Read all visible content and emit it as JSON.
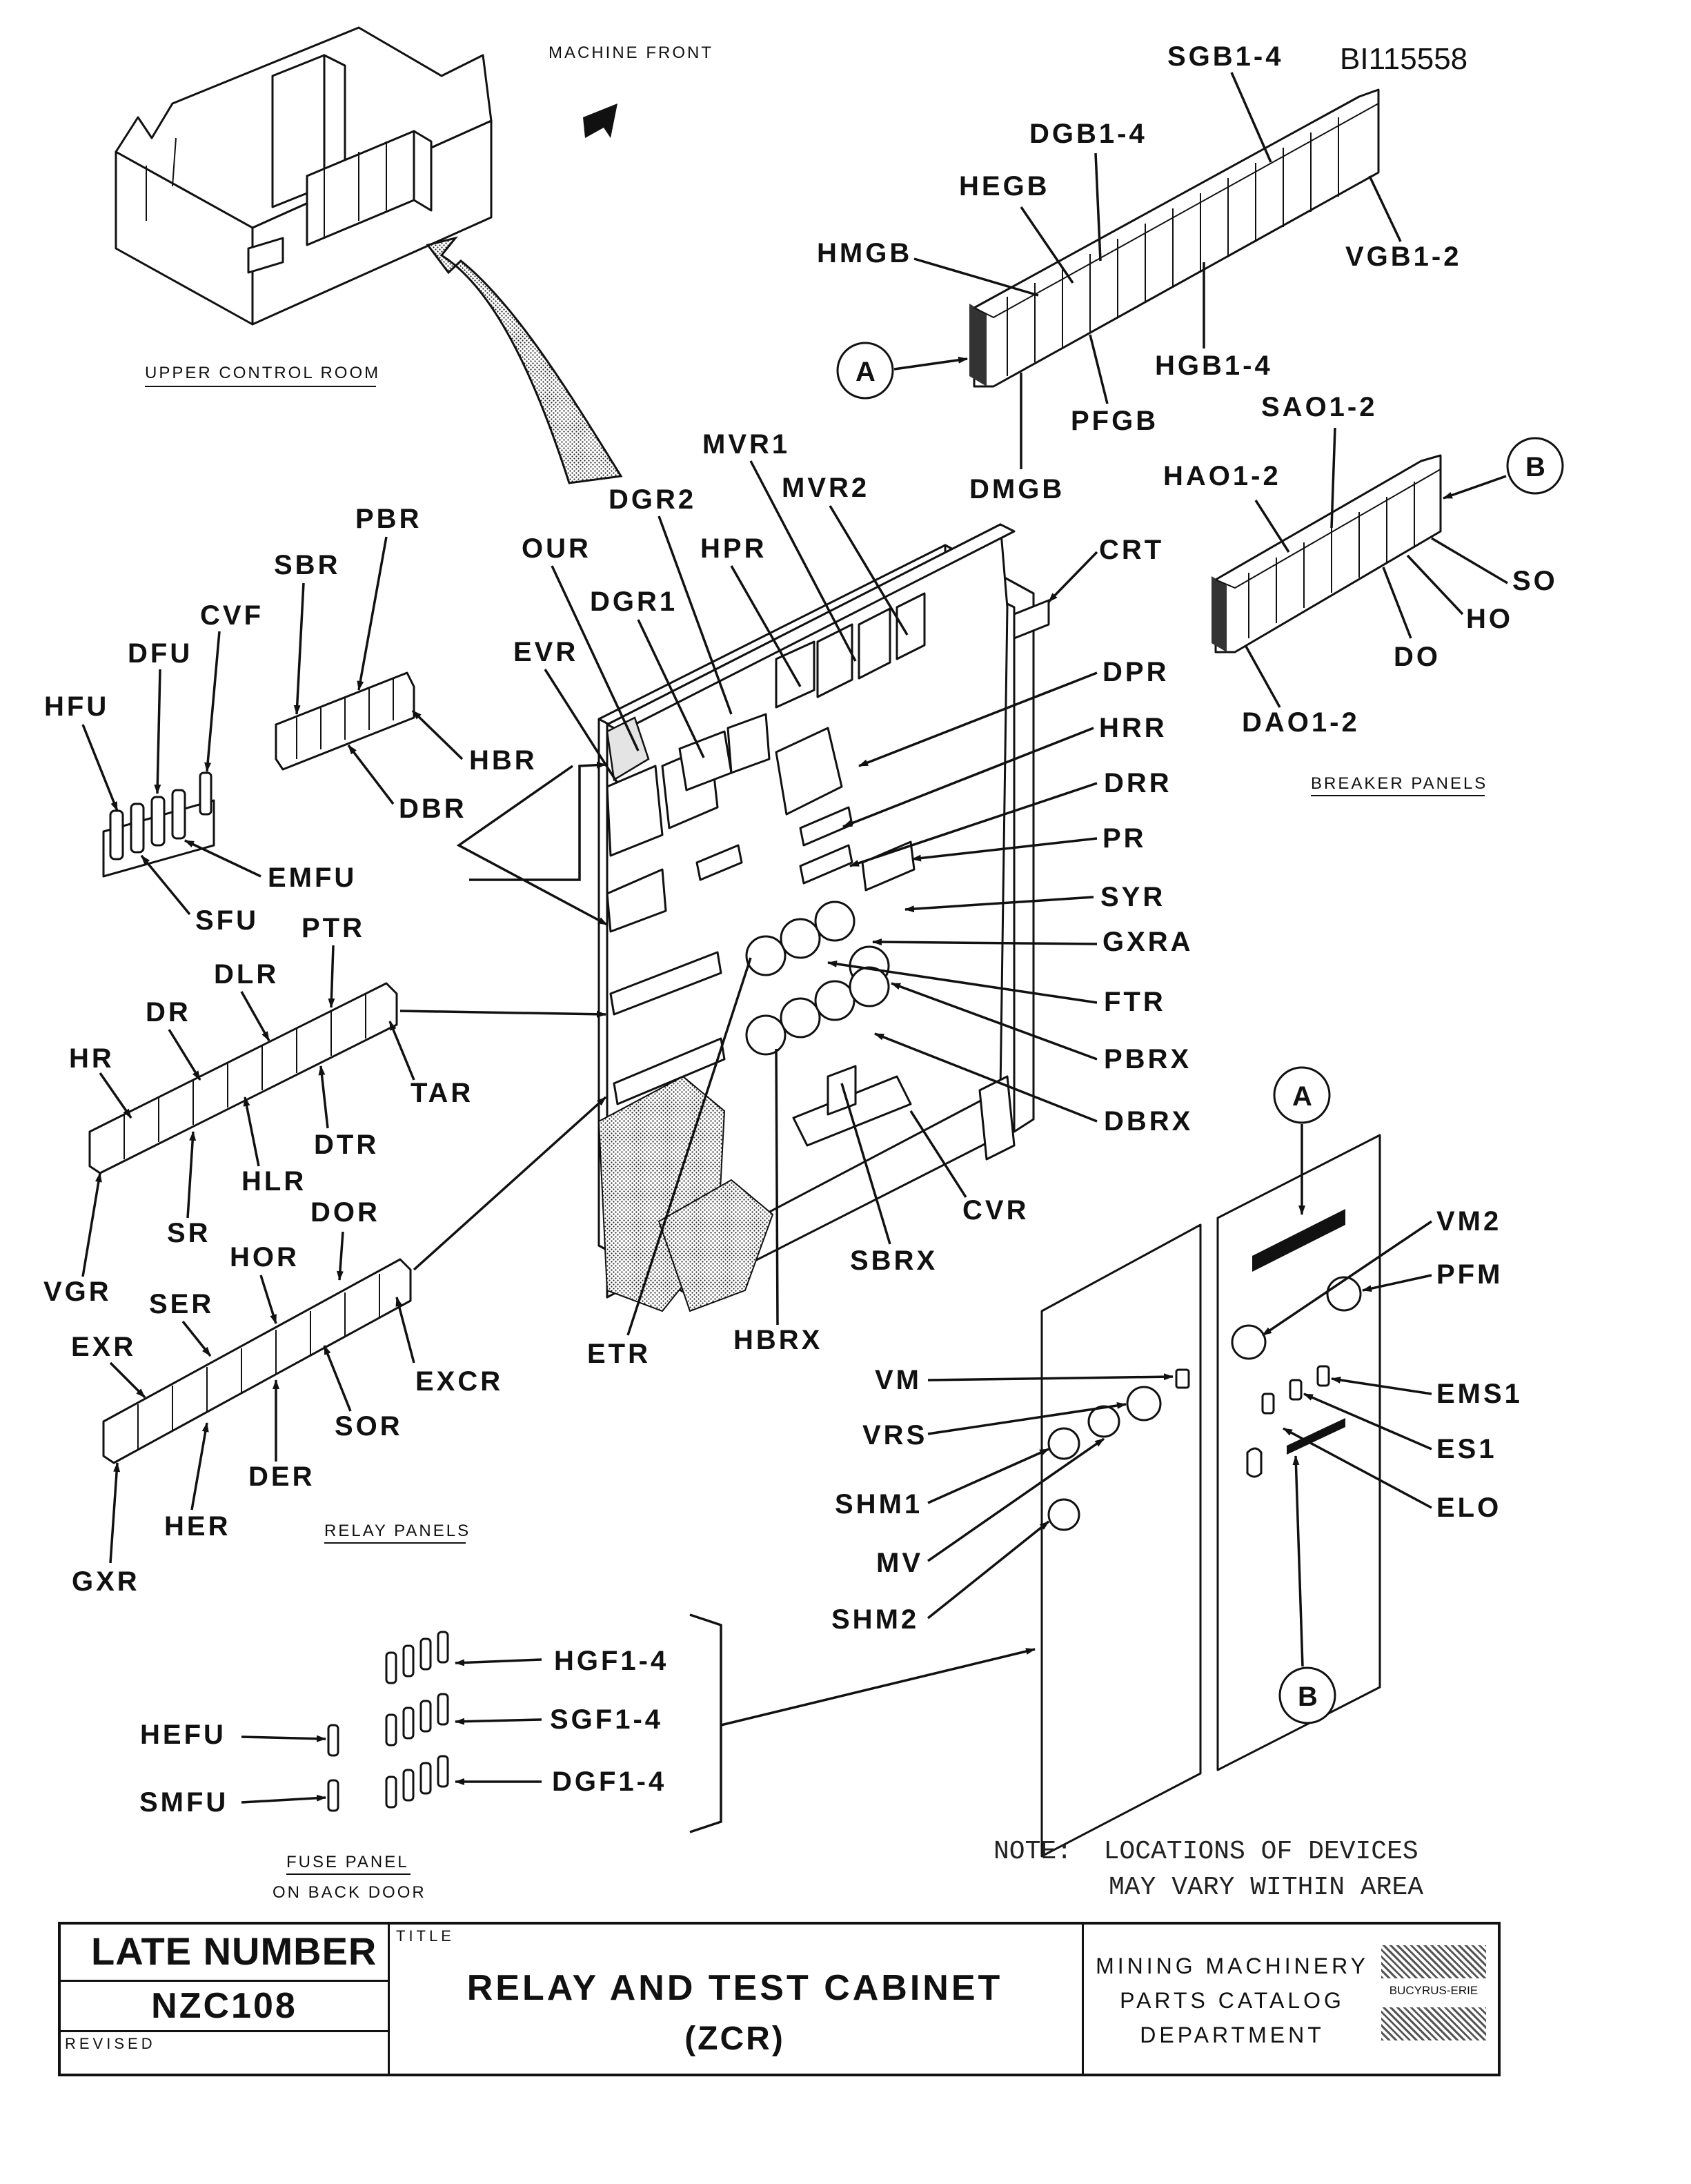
{
  "drawing_id": "BI115558",
  "upper_control_room": {
    "caption": "UPPER CONTROL ROOM",
    "machine_front": "MACHINE FRONT"
  },
  "breaker_panels": {
    "caption": "BREAKER PANELS",
    "panel_a_labels": [
      "SGB1-4",
      "DGB1-4",
      "HEGB",
      "HMGB",
      "VGB1-2",
      "HGB1-4",
      "PFGB",
      "DMGB"
    ],
    "panel_b_labels": [
      "SAO1-2",
      "HAO1-2",
      "SO",
      "HO",
      "DO",
      "DAO1-2"
    ],
    "callout_a": "A",
    "callout_b": "B"
  },
  "cabinet_devices": [
    "MVR1",
    "MVR2",
    "DGR2",
    "OUR",
    "HPR",
    "DGR1",
    "EVR",
    "CRT",
    "DPR",
    "HRR",
    "DRR",
    "PR",
    "SYR",
    "GXRA",
    "FTR",
    "PBRX",
    "DBRX",
    "CVR",
    "SBRX",
    "HBRX",
    "ETR"
  ],
  "fuse_group": {
    "labels": [
      "HFU",
      "DFU",
      "CVF",
      "SFU",
      "EMFU"
    ]
  },
  "relay_panels": {
    "caption": "RELAY PANELS",
    "top_panel_labels": [
      "PBR",
      "SBR",
      "HBR",
      "DBR"
    ],
    "middle_panel_labels": [
      "PTR",
      "DLR",
      "DR",
      "HR",
      "TAR",
      "DTR",
      "HLR",
      "SR",
      "VGR"
    ],
    "bottom_panel_labels": [
      "DOR",
      "HOR",
      "SER",
      "EXR",
      "EXCR",
      "SOR",
      "DER",
      "HER",
      "GXR"
    ]
  },
  "door_panels": {
    "left_door_labels": [
      "VM",
      "VRS",
      "SHM1",
      "MV",
      "SHM2"
    ],
    "right_door_labels": [
      "VM2",
      "PFM",
      "EMS1",
      "ES1",
      "ELO"
    ],
    "callout_a": "A",
    "callout_b": "B"
  },
  "fuse_panel": {
    "caption_line1": "FUSE PANEL",
    "caption_line2": "ON BACK DOOR",
    "labels": [
      "HGF1-4",
      "SGF1-4",
      "DGF1-4",
      "HEFU",
      "SMFU"
    ]
  },
  "note": {
    "line1": "NOTE:  LOCATIONS OF DEVICES",
    "line2": "MAY VARY WITHIN AREA"
  },
  "title_block": {
    "plate_label": "LATE NUMBER",
    "plate_number": "NZC108",
    "revised_label": "REVISED",
    "title_caption": "TITLE",
    "title": "RELAY AND TEST CABINET",
    "subtitle": "(ZCR)",
    "department": [
      "MINING MACHINERY",
      "PARTS CATALOG",
      "DEPARTMENT"
    ],
    "logo_text": "BUCYRUS-ERIE"
  }
}
